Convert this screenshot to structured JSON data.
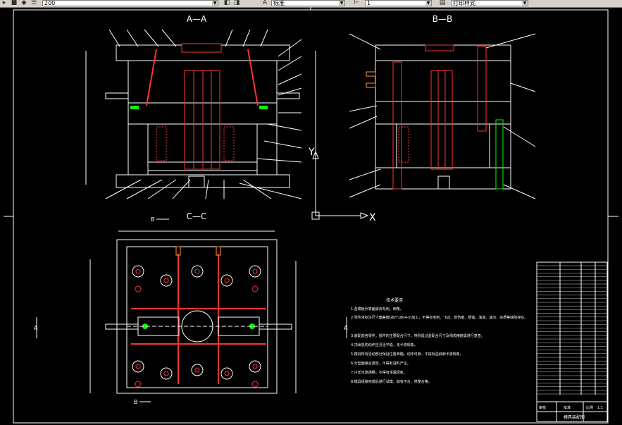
{
  "toolbar": {
    "layer_combo": "200",
    "style_combo": "标准",
    "dim_combo": "1",
    "plot_combo": "打印样式"
  },
  "views": {
    "section_aa": "A—A",
    "section_bb": "B—B",
    "section_cc": "C—C"
  },
  "ucs": {
    "x_label": "X",
    "y_label": "Y"
  },
  "view_markers": {
    "a_left": "A",
    "a_right": "A",
    "b_marker": "B",
    "b_bottom": "B"
  },
  "notes": {
    "title": "技术要求",
    "items": [
      "1.各模板外表面需去毛刺，倒角。",
      "2.零件未标注尺寸偏差按GB/T1804-m加工，不得有毛刺、飞边、划伤痕、锈蚀、油漆、油污、杂质等缺陷存在。",
      "3.装配前各零件，部件的主要配合尺寸，特别是过盈配合尺寸及相关精度需进行复查。",
      "4.顶出机构动作应灵活平稳，无卡滞现象。",
      "5.模具所有活动部分保证位置准确，动作可靠，不得有歪斜和卡滞现象。",
      "6.分型面接合紧密，不得有溢料产生。",
      "7.冷却水道通畅，不得有渗漏现象。",
      "8.模具组装完成后进行试模，如有不合，修整合格。"
    ]
  },
  "title_block": {
    "name": "模具装配图",
    "cells": [
      "审核",
      "批准",
      "比例",
      "1:1"
    ]
  }
}
